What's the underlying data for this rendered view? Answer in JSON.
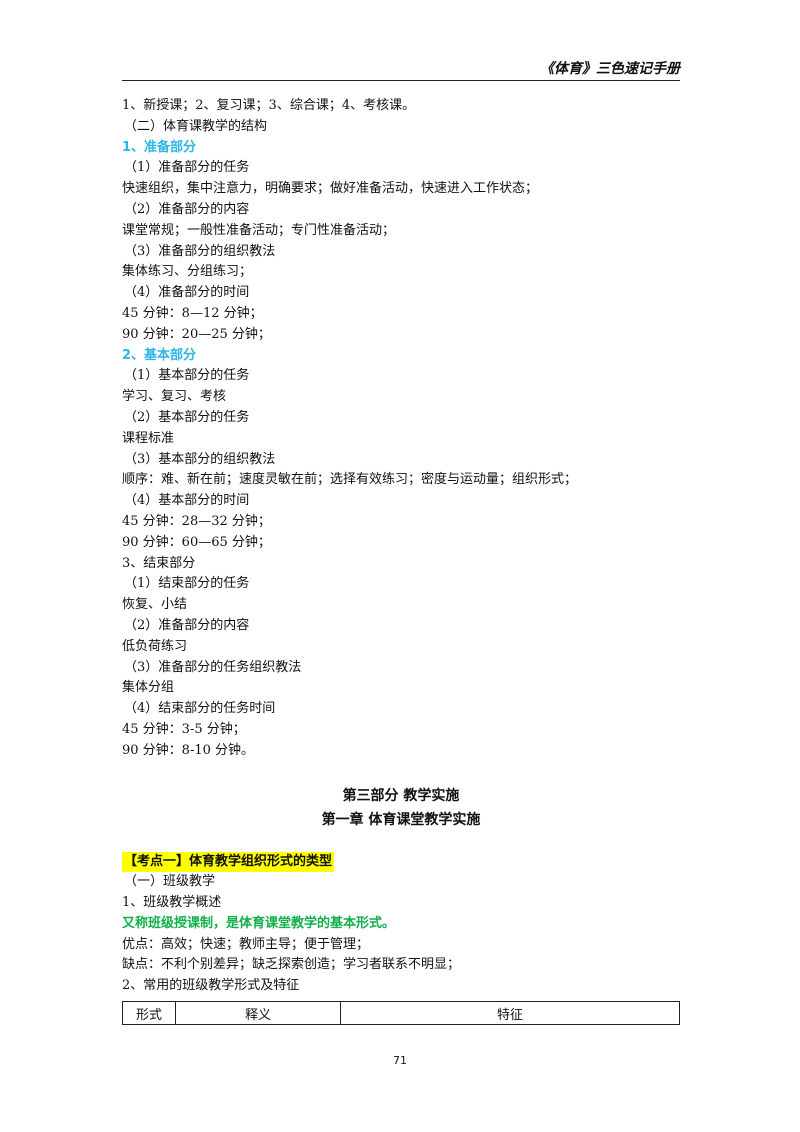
{
  "header": {
    "title": "《体育》三色速记手册"
  },
  "top_lines": [
    "1、新授课；2、复习课；3、综合课；4、考核课。",
    "（二）体育课教学的结构"
  ],
  "section_prep": {
    "heading": "1、准备部分",
    "lines": [
      "（1）准备部分的任务",
      "快速组织，集中注意力，明确要求；做好准备活动，快速进入工作状态；",
      "（2）准备部分的内容",
      "课堂常规；一般性准备活动；专门性准备活动；",
      "（3）准备部分的组织教法",
      "集体练习、分组练习；",
      "（4）准备部分的时间",
      "45 分钟：8—12 分钟；",
      "90 分钟：20—25 分钟；"
    ]
  },
  "section_basic": {
    "heading": "2、基本部分",
    "lines": [
      "（1）基本部分的任务",
      "学习、复习、考核",
      "（2）基本部分的任务",
      "课程标准",
      "（3）基本部分的组织教法",
      "顺序：难、新在前；速度灵敏在前；选择有效练习；密度与运动量；组织形式；",
      "（4）基本部分的时间",
      "45 分钟：28—32 分钟；",
      "90 分钟：60—65 分钟；"
    ]
  },
  "section_end": {
    "heading": "3、结束部分",
    "lines": [
      "（1）结束部分的任务",
      "恢复、小结",
      "（2）准备部分的内容",
      "低负荷练习",
      "（3）准备部分的任务组织教法",
      "集体分组",
      "（4）结束部分的任务时间",
      "45 分钟：3-5 分钟；",
      "90 分钟：8-10 分钟。"
    ]
  },
  "part": {
    "title": "第三部分  教学实施",
    "chapter": "第一章  体育课堂教学实施"
  },
  "kaodian": {
    "title": "【考点一】体育教学组织形式的类型",
    "lines_before": [
      "（一）班级教学",
      "1、班级教学概述"
    ],
    "green_line": "又称班级授课制，是体育课堂教学的基本形式。",
    "lines_after": [
      "优点：高效；快速；教师主导；便于管理；",
      "缺点：不利个别差异；缺乏探索创造；学习者联系不明显；",
      "2、常用的班级教学形式及特征"
    ]
  },
  "table": {
    "headers": [
      "形式",
      "释义",
      "特征"
    ]
  },
  "page_number": "71",
  "colors": {
    "blue_heading": "#2bb5e8",
    "green_emphasis": "#12b04a",
    "highlight": "#ffff00"
  }
}
